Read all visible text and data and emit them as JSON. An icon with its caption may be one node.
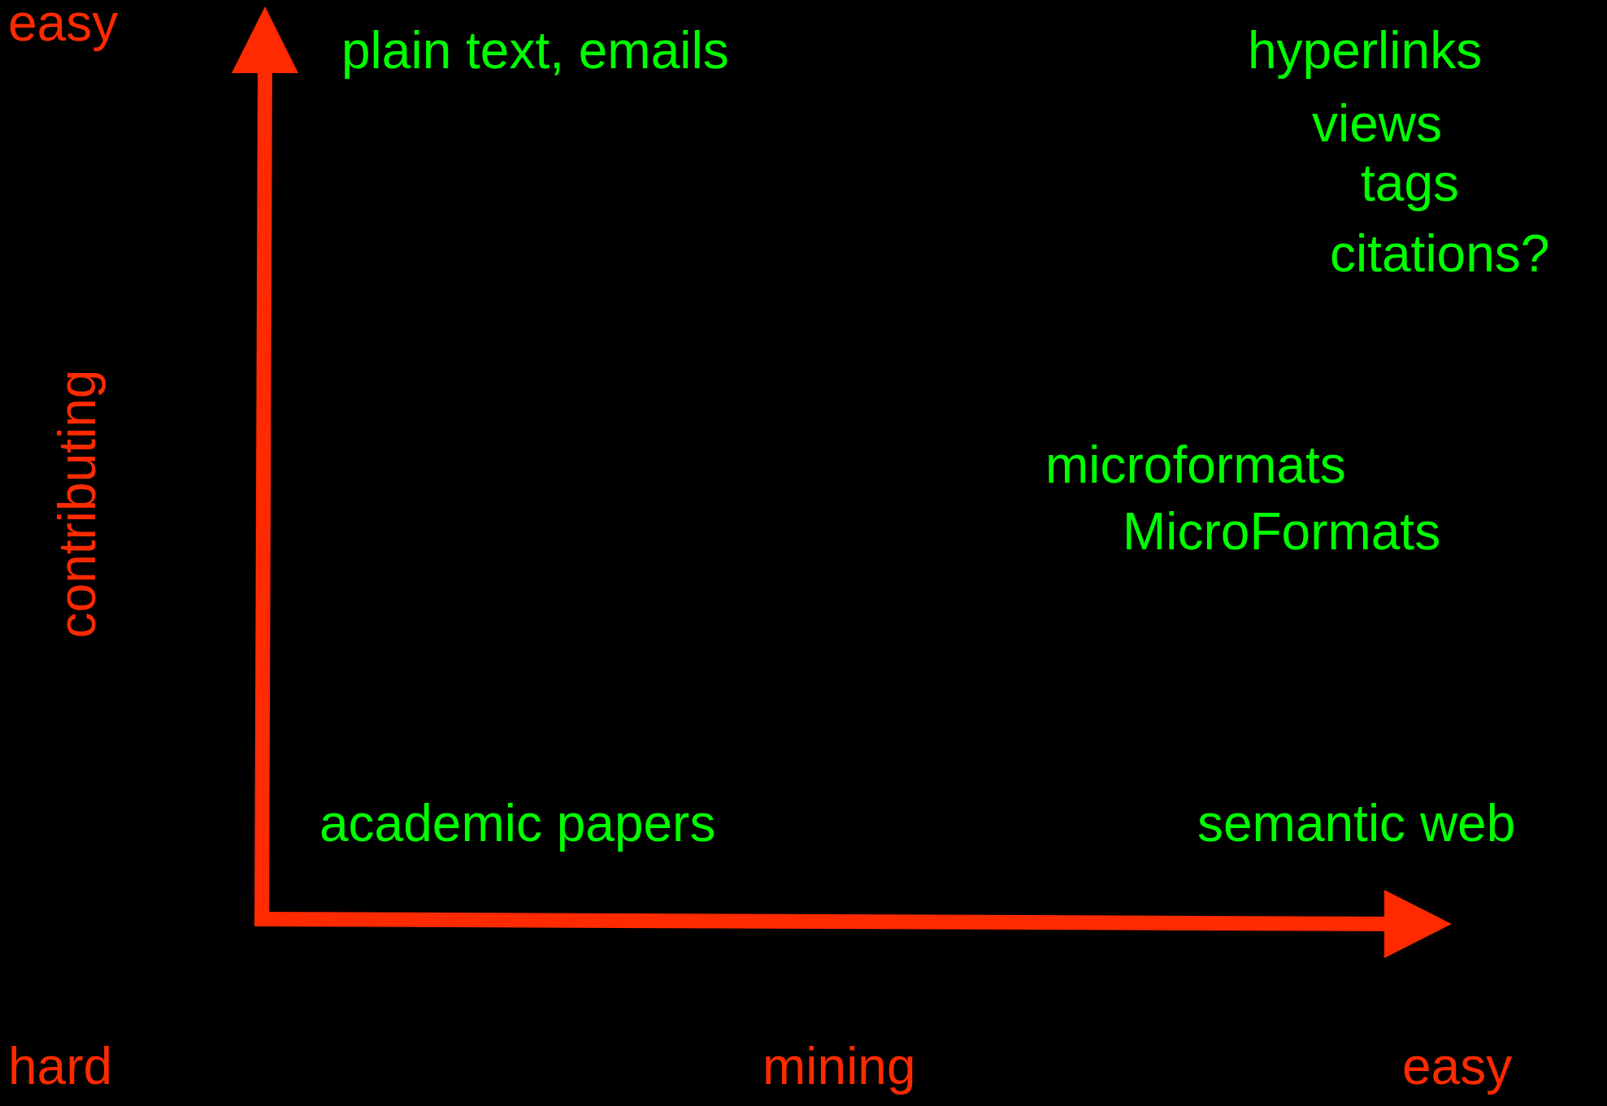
{
  "diagram": {
    "labels": [
      "easy",
      "plain text, emails",
      "hyperlinks",
      "views",
      "tags",
      "citations?",
      "contributing",
      "microformats",
      "MicroFormats",
      "academic papers",
      "semantic web",
      "hard",
      "mining",
      "easy"
    ]
  }
}
